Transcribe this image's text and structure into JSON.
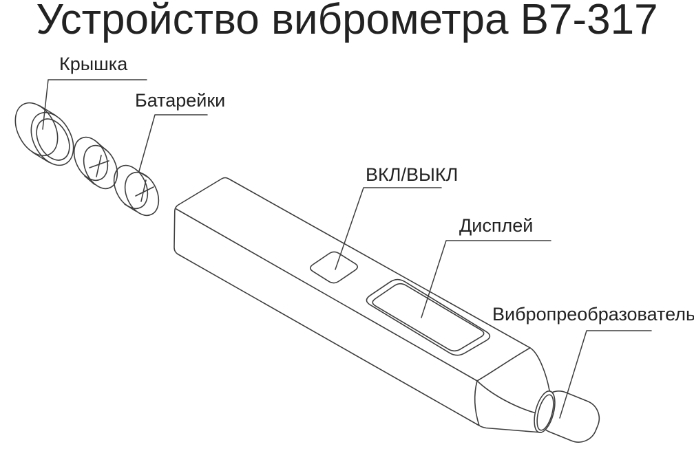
{
  "title": "Устройство виброметра В7-317",
  "diagram": {
    "labels": {
      "cap": "Крышка",
      "batteries": "Батарейки",
      "power_switch": "ВКЛ/ВЫКЛ",
      "display": "Дисплей",
      "transducer": "Вибропреобразователь"
    },
    "colors": {
      "background": "#ffffff",
      "line": "#3d3d3d",
      "text": "#222222"
    }
  }
}
